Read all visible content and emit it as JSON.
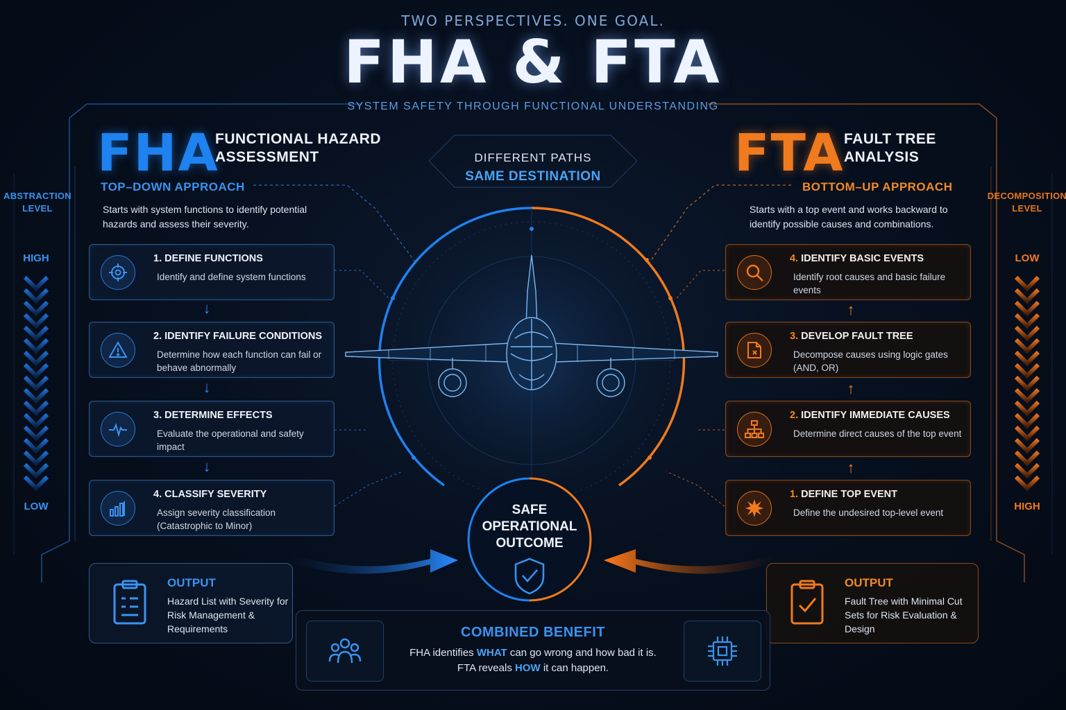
{
  "header": {
    "tagline": "TWO PERSPECTIVES. ONE GOAL.",
    "title": "FHA & FTA",
    "subtitle": "SYSTEM SAFETY THROUGH FUNCTIONAL UNDERSTANDING"
  },
  "center": {
    "line1": "DIFFERENT PATHS",
    "line2": "SAME DESTINATION",
    "outcome": [
      "SAFE",
      "OPERATIONAL",
      "OUTCOME"
    ]
  },
  "fha": {
    "abbr": "FHA",
    "full_name": "FUNCTIONAL HAZARD ASSESSMENT",
    "approach": "TOP–DOWN APPROACH",
    "description": "Starts with system functions to identify potential hazards and assess their severity.",
    "level_label": [
      "ABSTRACTION",
      "LEVEL"
    ],
    "level_top": "HIGH",
    "level_bottom": "LOW",
    "steps": [
      {
        "icon": "target-icon",
        "title": "1. DEFINE FUNCTIONS",
        "text": "Identify and define system functions"
      },
      {
        "icon": "warning-icon",
        "title": "2. IDENTIFY FAILURE CONDITIONS",
        "text": "Determine how each function can fail or behave abnormally"
      },
      {
        "icon": "pulse-icon",
        "title": "3. DETERMINE EFFECTS",
        "text": "Evaluate the operational and safety impact"
      },
      {
        "icon": "bar-chart-icon",
        "title": "4. CLASSIFY SEVERITY",
        "text": "Assign severity classification (Catastrophic to Minor)"
      }
    ],
    "output": {
      "title": "OUTPUT",
      "text": "Hazard List with Severity for Risk Management & Requirements"
    }
  },
  "fta": {
    "abbr": "FTA",
    "full_name": "FAULT TREE ANALYSIS",
    "approach": "BOTTOM–UP APPROACH",
    "description": "Starts with a top event and works backward to identify possible causes and combinations.",
    "level_label": [
      "DECOMPOSITION",
      "LEVEL"
    ],
    "level_top": "LOW",
    "level_bottom": "HIGH",
    "steps": [
      {
        "icon": "search-icon",
        "num": "4.",
        "title": "IDENTIFY BASIC EVENTS",
        "text": "Identify root causes and basic failure events"
      },
      {
        "icon": "document-icon",
        "num": "3.",
        "title": "DEVELOP FAULT TREE",
        "text": "Decompose causes using logic gates (AND, OR)"
      },
      {
        "icon": "hierarchy-icon",
        "num": "2.",
        "title": "IDENTIFY IMMEDIATE CAUSES",
        "text": "Determine direct causes of the top event"
      },
      {
        "icon": "starburst-icon",
        "num": "1.",
        "title": "DEFINE TOP EVENT",
        "text": "Define the undesired top-level event"
      }
    ],
    "output": {
      "title": "OUTPUT",
      "text": "Fault Tree with Minimal Cut Sets for Risk Evaluation & Design"
    }
  },
  "combined": {
    "title": "COMBINED BENEFIT",
    "line1_a": "FHA identifies ",
    "line1_b": "WHAT",
    "line1_c": " can go wrong and how bad it is.",
    "line2_a": "FTA reveals ",
    "line2_b": "HOW",
    "line2_c": " it can happen."
  },
  "colors": {
    "fha": "#1e82f0",
    "fta": "#f07a1e",
    "background": "#07101f"
  }
}
